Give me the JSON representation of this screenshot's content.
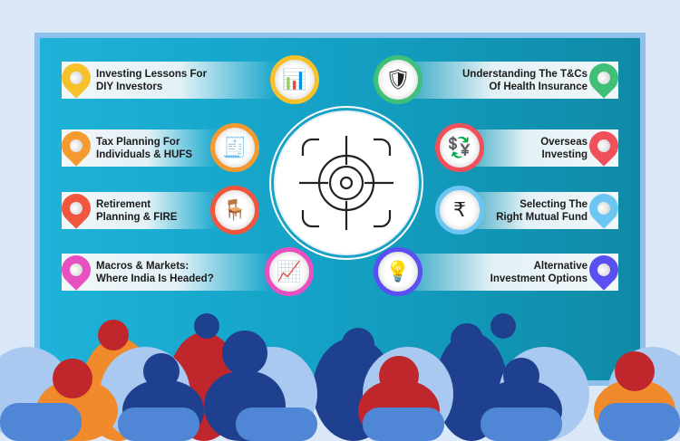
{
  "left_items": [
    {
      "lines": [
        "Investing Lessons For",
        "DIY Investors"
      ],
      "color": "#f7c12c",
      "icon": "presentation-icon",
      "glyph": "📊"
    },
    {
      "lines": [
        "Tax Planning For",
        "Individuals & HUFS"
      ],
      "color": "#f49a2f",
      "icon": "tax-document-icon",
      "glyph": "🧾"
    },
    {
      "lines": [
        "Retirement",
        "Planning & FIRE"
      ],
      "color": "#f1573f",
      "icon": "rocking-chair-icon",
      "glyph": "🪑"
    },
    {
      "lines": [
        "Macros & Markets:",
        "Where India Is Headed?"
      ],
      "color": "#e84fc0",
      "icon": "market-analysis-icon",
      "glyph": "📈"
    }
  ],
  "right_items": [
    {
      "lines": [
        "Understanding The T&Cs",
        "Of Health Insurance"
      ],
      "color": "#3fbf78",
      "icon": "health-insurance-icon",
      "glyph": "🛡"
    },
    {
      "lines": [
        "Overseas",
        "Investing"
      ],
      "color": "#f0505a",
      "icon": "overseas-investing-icon",
      "glyph": "💱"
    },
    {
      "lines": [
        "Selecting The",
        "Right Mutual Fund"
      ],
      "color": "#6cc6f2",
      "icon": "mutual-fund-icon",
      "glyph": "₹"
    },
    {
      "lines": [
        "Alternative",
        "Investment Options"
      ],
      "color": "#5a4ff0",
      "icon": "alternative-investment-icon",
      "glyph": "💡"
    }
  ]
}
